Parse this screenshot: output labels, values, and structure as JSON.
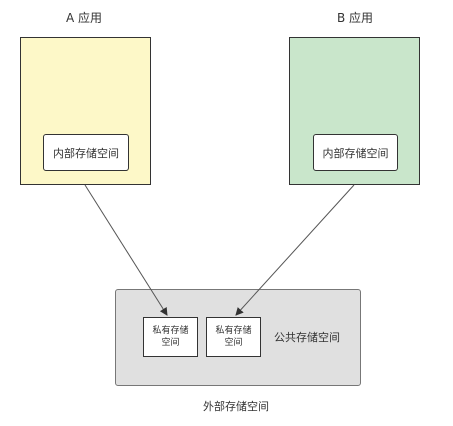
{
  "app_a": {
    "title": "A 应用",
    "inner_label": "内部存储空间",
    "fill_color": "#fdf8c8"
  },
  "app_b": {
    "title": "B 应用",
    "inner_label": "内部存储空间",
    "fill_color": "#c9e6cb"
  },
  "external": {
    "private_line1": "私有存储",
    "private_line2": "空间",
    "public_label": "公共存储空间",
    "caption": "外部存储空间",
    "fill_color": "#e0e0e0"
  }
}
